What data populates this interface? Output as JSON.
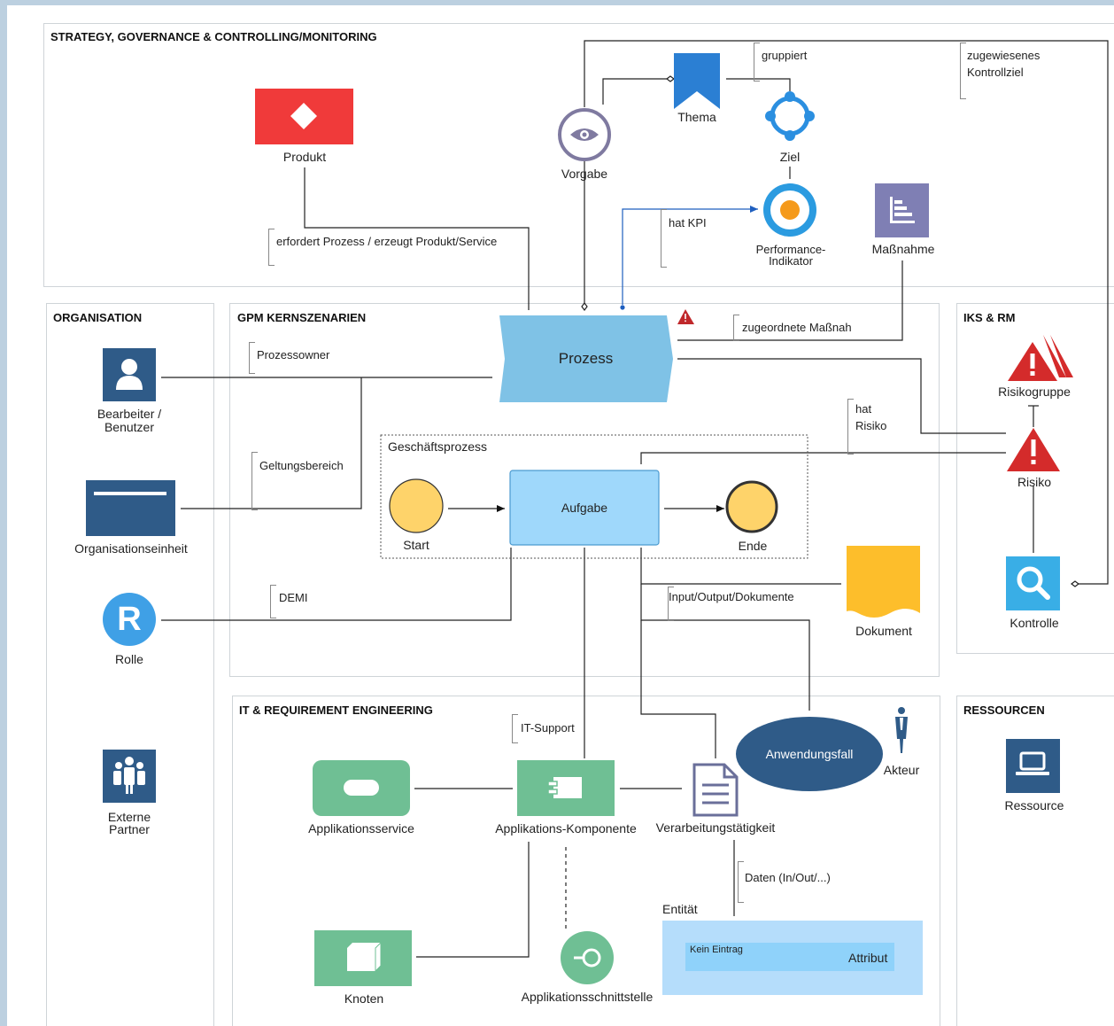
{
  "sections": {
    "strategy": "STRATEGY, GOVERNANCE & CONTROLLING/MONITORING",
    "organisation": "ORGANISATION",
    "gpm": "GPM KERNSZENARIEN",
    "iks": "IKS & RM",
    "it": "IT & REQUIREMENT ENGINEERING",
    "ressourcen": "RESSOURCEN"
  },
  "nodes": {
    "produkt": "Produkt",
    "vorgabe": "Vorgabe",
    "thema": "Thema",
    "ziel": "Ziel",
    "performance1": "Performance-",
    "performance2": "Indikator",
    "massnahme": "Maßnahme",
    "bearbeiter1": "Bearbeiter /",
    "bearbeiter2": "Benutzer",
    "organisationseinheit": "Organisationseinheit",
    "rolle": "Rolle",
    "rolle_letter": "R",
    "externe1": "Externe",
    "externe2": "Partner",
    "prozess": "Prozess",
    "geschaeftsprozess": "Geschäftsprozess",
    "start": "Start",
    "aufgabe": "Aufgabe",
    "ende": "Ende",
    "dokument": "Dokument",
    "risikogruppe": "Risikogruppe",
    "risiko": "Risiko",
    "kontrolle": "Kontrolle",
    "ressource": "Ressource",
    "anwendungsfall": "Anwendungsfall",
    "akteur": "Akteur",
    "applikationsservice": "Applikationsservice",
    "applikations_komponente": "Applikations-Komponente",
    "verarbeitungstaetigkeit": "Verarbeitungstätigkeit",
    "knoten": "Knoten",
    "applikationsschnittstelle": "Applikationsschnittstelle",
    "entitaet": "Entität",
    "kein_eintrag": "Kein Eintrag",
    "attribut": "Attribut"
  },
  "edge_labels": {
    "gruppiert": "gruppiert",
    "zugewiesenes1": "zugewiesenes",
    "zugewiesenes2": "Kontrollziel",
    "erfordert": "erfordert Prozess / erzeugt Produkt/Service",
    "hat_kpi": "hat KPI",
    "zugeordnete": "zugeordnete Maßnah",
    "prozessowner": "Prozessowner",
    "geltungsbereich": "Geltungsbereich",
    "hat_risiko1": "hat",
    "hat_risiko2": "Risiko",
    "demi": "DEMI",
    "input_output": "Input/Output/Dokumente",
    "it_support": "IT-Support",
    "daten": "Daten (In/Out/...)"
  },
  "colors": {
    "produkt": "#f03a3a",
    "thema": "#2b7fd3",
    "ziel": "#2b8fe0",
    "performance_ring": "#2b9be0",
    "performance_dot": "#f59a1b",
    "vorgabe": "#7f7aa0",
    "massnahme": "#7f7fb4",
    "bearbeiter": "#2f5b88",
    "prozess": "#7fc2e6",
    "aufgabe": "#9fd8fb",
    "event": "#fed36a",
    "dokument": "#fdbe2b",
    "risk": "#d42b2b",
    "kontrolle": "#39aee6",
    "anwendungsfall": "#2f5b88",
    "it_green": "#6fbf94",
    "entitaet": "#b5ddfb",
    "attribut": "#8fd2fa"
  }
}
